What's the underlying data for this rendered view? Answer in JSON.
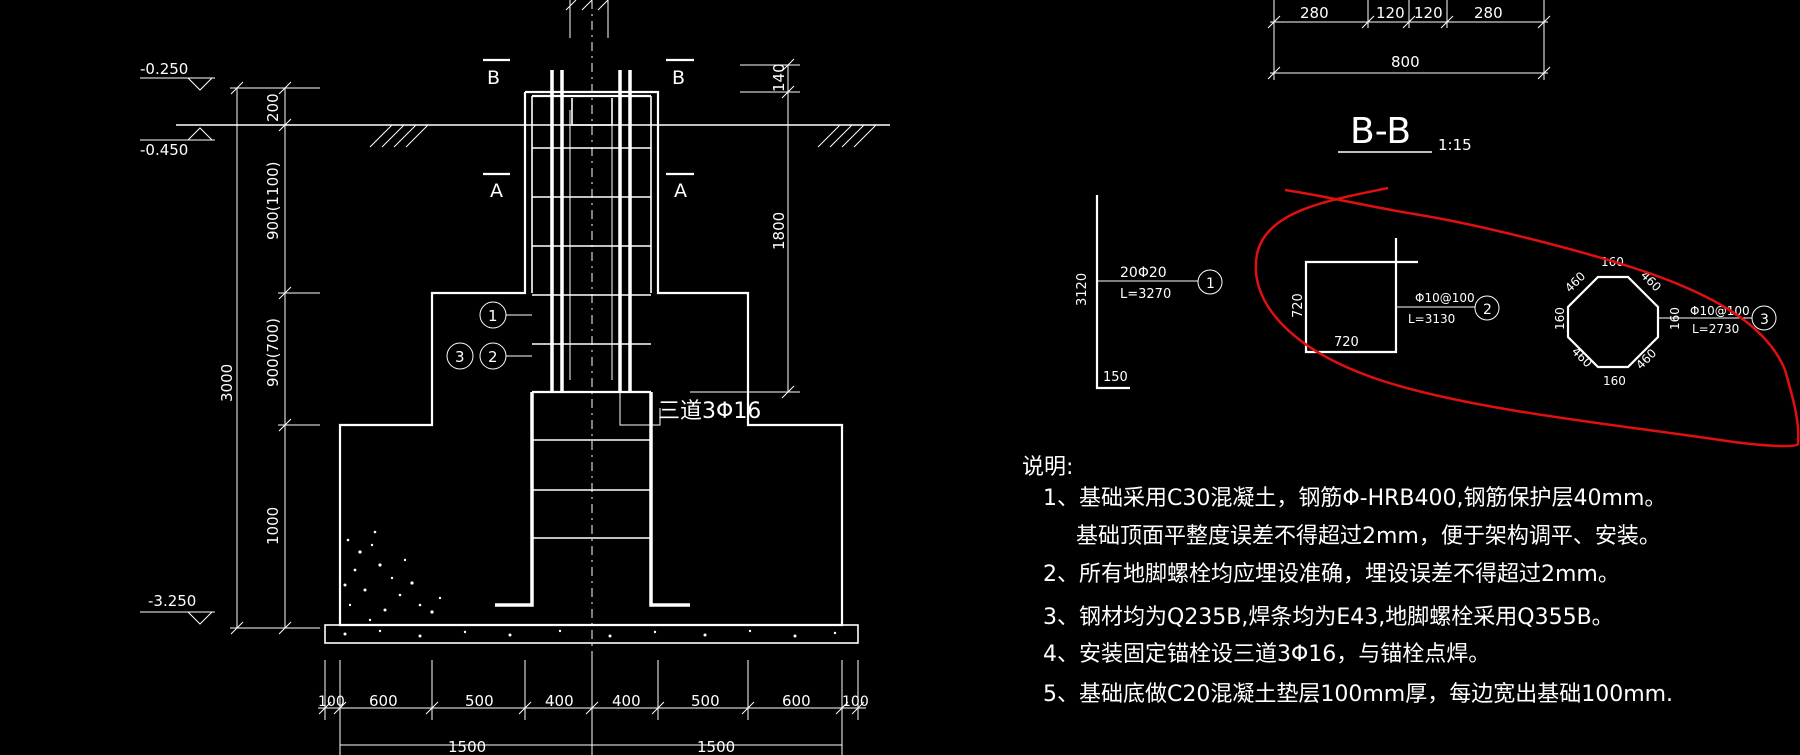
{
  "colors": {
    "background": "#000000",
    "lines": "#ffffff",
    "markup": "#e01010"
  },
  "elevation": {
    "levels": {
      "top": "-0.250",
      "ground": "-0.450",
      "bottom": "-3.250"
    },
    "section_marks": {
      "b_left": "B",
      "b_right": "B",
      "a_left": "A",
      "a_right": "A"
    },
    "left_dims": {
      "d200": "200",
      "d900a": "900(1100)",
      "d900b": "900(700)",
      "d1000": "1000",
      "d3000": "3000"
    },
    "right_dims": {
      "d140": "140",
      "d1800": "1800"
    },
    "callouts": {
      "c1": "1",
      "c2": "2",
      "c3": "3"
    },
    "rebar_label": "三道3Φ16",
    "bottom_dims": [
      "100",
      "600",
      "500",
      "400",
      "400",
      "500",
      "600",
      "100"
    ],
    "bottom_totals": {
      "left": "1500",
      "right": "1500"
    }
  },
  "section_bb": {
    "top_dims": [
      "280",
      "120",
      "120",
      "280"
    ],
    "width": "800",
    "title": "B-B",
    "scale": "1:15"
  },
  "rebar_details": {
    "bar1": {
      "height": "3120",
      "spec": "20Φ20",
      "length": "L=3270",
      "hook": "150",
      "num": "1"
    },
    "bar2": {
      "h": "720",
      "w": "720",
      "spec": "Φ10@100",
      "length": "L=3130",
      "num": "2"
    },
    "bar3": {
      "top": "160",
      "bottom": "160",
      "left": "160",
      "right": "160",
      "d1": "460",
      "d2": "460",
      "d3": "460",
      "d4": "460",
      "spec": "Φ10@100",
      "length": "L=2730",
      "num": "3"
    }
  },
  "notes": {
    "heading": "说明:",
    "lines": [
      "1、基础采用C30混凝土，钢筋Φ-HRB400,钢筋保护层40mm。",
      "基础顶面平整度误差不得超过2mm，便于架构调平、安装。",
      "2、所有地脚螺栓均应埋设准确，埋设误差不得超过2mm。",
      "3、钢材均为Q235B,焊条均为E43,地脚螺栓采用Q355B。",
      "4、安装固定锚栓设三道3Φ16，与锚栓点焊。",
      "5、基础底做C20混凝土垫层100mm厚，每边宽出基础100mm."
    ]
  }
}
